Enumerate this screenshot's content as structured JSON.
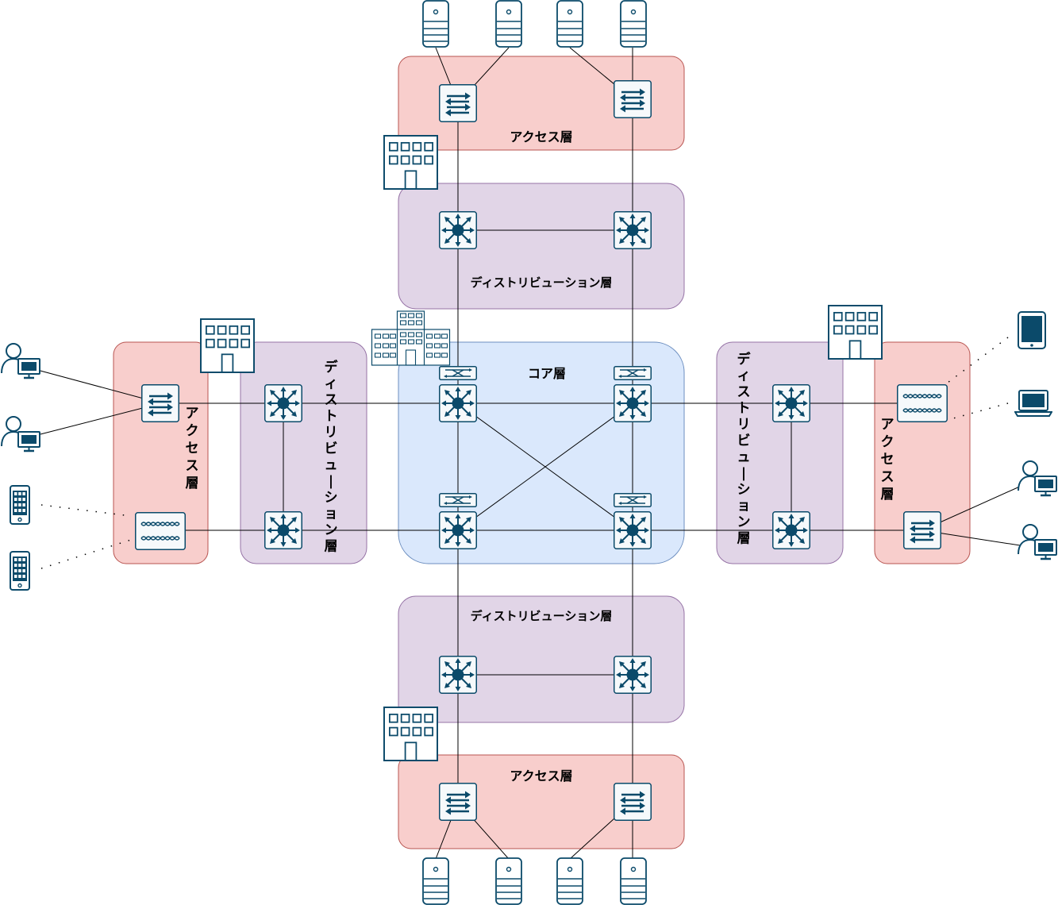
{
  "labels": {
    "access": "アクセス層",
    "distribution": "ディストリビューション層",
    "core": "コア層"
  },
  "colors": {
    "access_fill": "#f8cecc",
    "access_stroke": "#b85450",
    "distribution_fill": "#e1d5e7",
    "distribution_stroke": "#9673a6",
    "core_fill": "#dae8fc",
    "core_stroke": "#6c8ebf",
    "icon": "#0b4a6a",
    "line": "#000000"
  },
  "icons": [
    "l2-switch-icon",
    "l3-switch-icon",
    "atm-switch-icon",
    "wireless-ap-icon",
    "server-icon",
    "building-icon",
    "campus-icon",
    "user-pc-icon",
    "smartphone-icon",
    "tablet-icon",
    "laptop-icon"
  ]
}
